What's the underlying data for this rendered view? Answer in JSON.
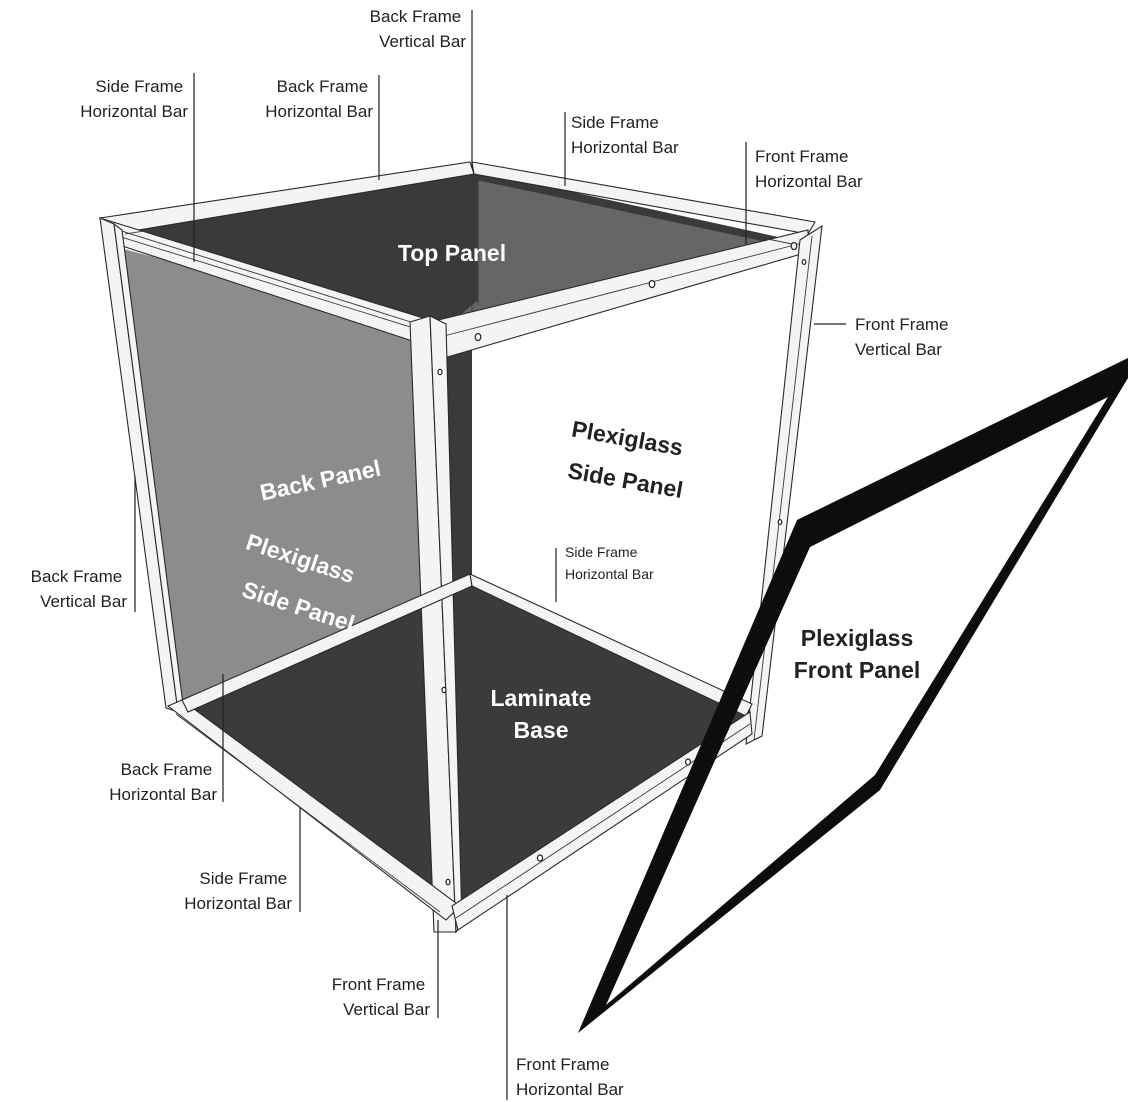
{
  "panels": {
    "top": "Top Panel",
    "back": "Back Panel",
    "left_side_1": "Plexiglass",
    "left_side_2": "Side Panel",
    "right_side_1": "Plexiglass",
    "right_side_2": "Side Panel",
    "base_1": "Laminate",
    "base_2": "Base",
    "front_1": "Plexiglass",
    "front_2": "Front Panel"
  },
  "callouts": {
    "back_frame_vertical_top": [
      "Back Frame",
      "Vertical Bar"
    ],
    "side_frame_horizontal_top_left": [
      "Side Frame",
      "Horizontal Bar"
    ],
    "back_frame_horizontal_top": [
      "Back Frame",
      "Horizontal Bar"
    ],
    "side_frame_horizontal_top_right": [
      "Side Frame",
      "Horizontal Bar"
    ],
    "front_frame_horizontal_top": [
      "Front Frame",
      "Horizontal Bar"
    ],
    "front_frame_vertical_right": [
      "Front Frame",
      "Vertical Bar"
    ],
    "back_frame_vertical_left": [
      "Back Frame",
      "Vertical Bar"
    ],
    "side_frame_horizontal_inner": [
      "Side Frame",
      "Horizontal Bar"
    ],
    "back_frame_horizontal_bottom": [
      "Back Frame",
      "Horizontal Bar"
    ],
    "side_frame_horizontal_bottom": [
      "Side Frame",
      "Horizontal Bar"
    ],
    "front_frame_vertical_bottom": [
      "Front Frame",
      "Vertical Bar"
    ],
    "front_frame_horizontal_bottom": [
      "Front Frame",
      "Horizontal Bar"
    ]
  },
  "colors": {
    "top_panel": "#3a3a3a",
    "back_panel": "#8c8c8c",
    "laminate_base": "#3d3a3b",
    "front_panel_frame": "#0d0d0d",
    "frame": "#f4f4f4"
  }
}
